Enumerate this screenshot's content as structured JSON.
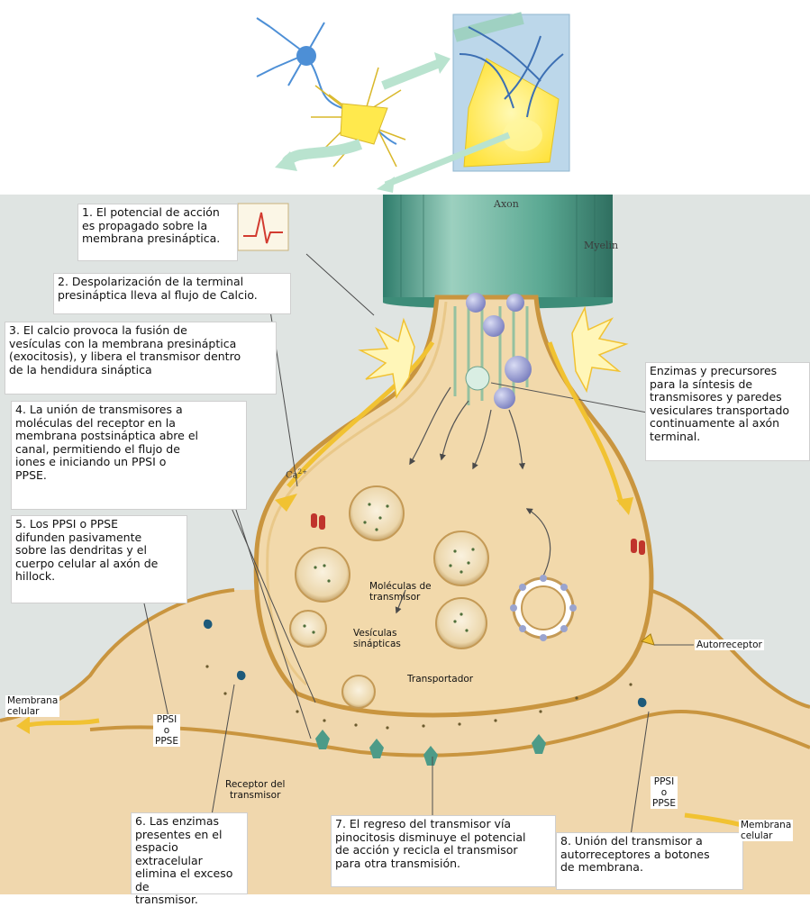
{
  "labels": {
    "axon": "Axon",
    "myelin": "Myelin",
    "ca": "Ca",
    "ca_sup": "2+",
    "moleculas": "Moléculas de\ntransmisor",
    "vesiculas": "Vesículas\nsinápticas",
    "transportador": "Transportador",
    "autorreceptor": "Autorreceptor",
    "receptor": "Receptor del\ntransmisor",
    "membrana_left": "Membrana\ncelular",
    "membrana_right": "Membrana\ncelular",
    "ppsi_left": "PPSI\no\nPPSE",
    "ppsi_right": "PPSI\no\nPPSE"
  },
  "steps": {
    "s1": "1. El potencial de acción\nes propagado sobre la\nmembrana presináptica.",
    "s2": "2. Despolarización de la terminal\npresináptica lleva al flujo de Calcio.",
    "s3": "3. El calcio provoca la fusión de\nvesículas con la membrana presináptica\n(exocitosis), y libera el transmisor dentro\nde la hendidura sináptica",
    "s4": "4. La unión de transmisores a\nmoléculas del receptor en la\nmembrana postsináptica abre el\ncanal, permitiendo el flujo de\niones e iniciando un PPSI o\nPPSE.",
    "s5": "5. Los PPSI o PPSE\ndifunden pasivamente\nsobre las dendritas y el\ncuerpo celular al axón de\nhillock.",
    "s6": "6. Las enzimas\npresentes en el\nespacio extracelular\nelimina el exceso de\ntransmisor.",
    "s7": "7. El regreso del transmisor vía\npinocitosis disminuye el potencial\nde acción y recicla el transmisor\npara otra transmisión.",
    "s8": "8. Unión del transmisor a\nautorreceptores a botones\nde membrana.",
    "enzimas": "Enzimas y precursores\npara la síntesis de\ntransmisores y paredes\nvesiculares transportado\ncontinuamente al axón\nterminal."
  },
  "colors": {
    "background": "#dfe4e2",
    "terminal": "#f2d9ab",
    "membrane": "#c9953f",
    "axon": "#4d9b88",
    "arrow": "#f1c232",
    "neuron_yellow": "#ffe94d",
    "neuron_blue": "#4d8fd6",
    "arrow_green": "#b9e3cf"
  }
}
